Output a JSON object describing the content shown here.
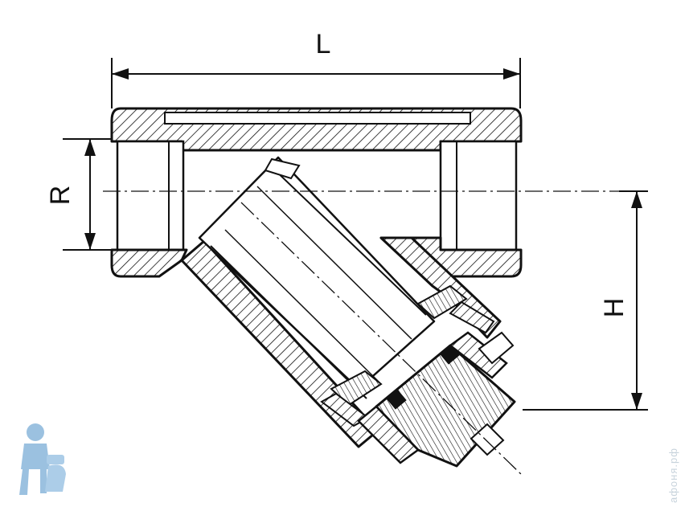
{
  "dimensions": {
    "length_label": "L",
    "thread_label": "R",
    "height_label": "H"
  },
  "watermark": {
    "text": "афоня.рф",
    "logo": "plumber-icon"
  },
  "colors": {
    "line": "#111111",
    "watermark": "#c7d3dc",
    "logo_blue": "#4a90c8"
  }
}
